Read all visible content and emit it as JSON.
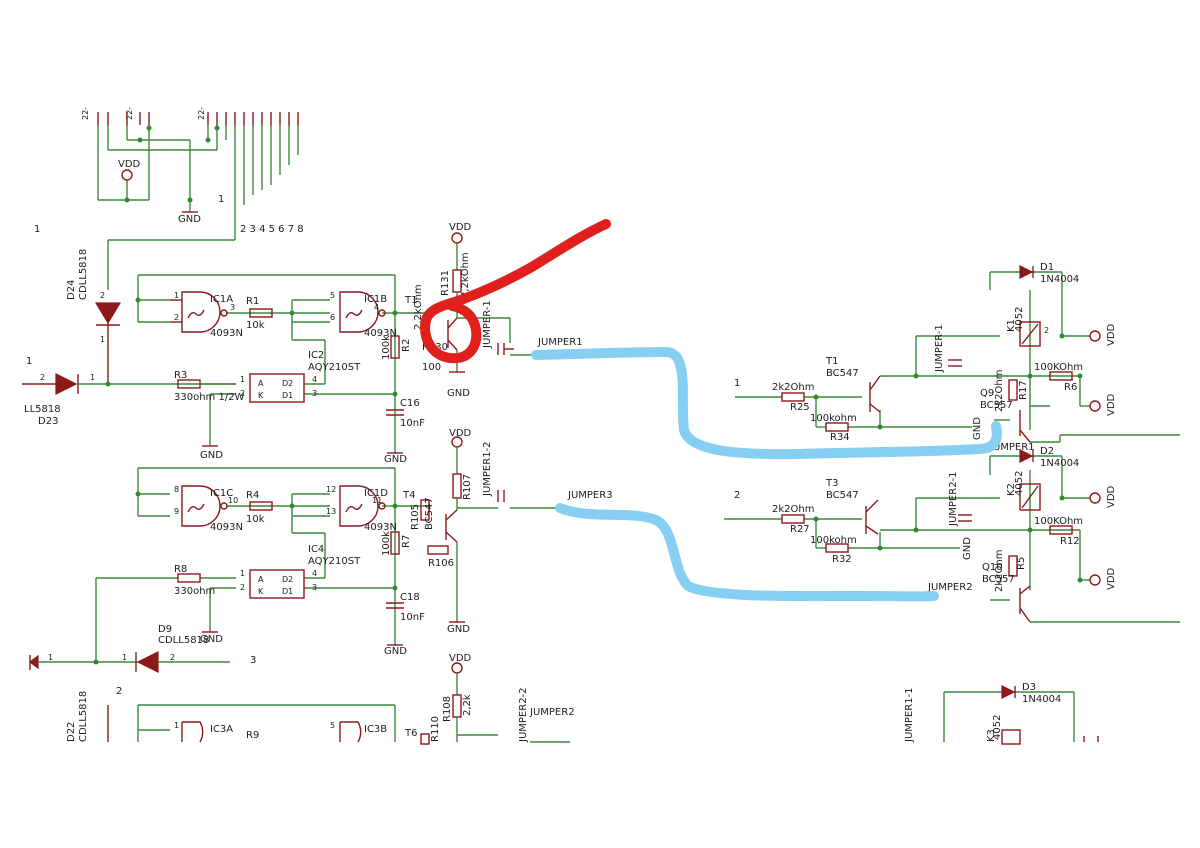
{
  "top_labels": {
    "vdd": "VDD",
    "gnd": "GND",
    "pin1": "1",
    "pins": "2 3 4 5 6 7 8",
    "left1": "1",
    "conn_a": "22-",
    "conn_b": "22-",
    "conn_c": "22-"
  },
  "left_diodes": {
    "d24_ref": "D24",
    "d24_val": "CDLL5818",
    "d23_val": "LL5818",
    "d23_ref": "D23",
    "d9_ref": "D9",
    "d9_val": "CDLL5818",
    "d22_ref": "D22",
    "d22_val": "CDLL5818"
  },
  "section1": {
    "ic1a": "IC1A",
    "ic1a_val": "4093N",
    "r1": "R1",
    "r1_val": "10k",
    "ic1b": "IC1B",
    "ic1b_val": "4093N",
    "ic2": "IC2",
    "ic2_val": "AQY210ST",
    "r3": "R3",
    "r3_val": "330ohm 1/2W",
    "r2": "R2",
    "r2_val": "100k",
    "c16": "C16",
    "c16_val": "10nF",
    "t1": "T1",
    "r131": "R131",
    "r131_val": "2,2kOhm",
    "r130_val": "2,2kOhm",
    "r130": "R130",
    "r130_val2": "100",
    "vdd": "VDD",
    "gnd": "GND",
    "gnd2": "GND",
    "jumper_ref": "JUMPER-1",
    "jumper_net": "JUMPER1",
    "row_num": "1",
    "pin_a": "A",
    "pin_k": "K",
    "pin_d1": "D1",
    "pin_d2": "D2"
  },
  "section2": {
    "ic1c": "IC1C",
    "ic1c_val": "4093N",
    "r4": "R4",
    "r4_val": "10k",
    "ic1d": "IC1D",
    "ic1d_val": "4093N",
    "ic4": "IC4",
    "ic4_val": "AQY210ST",
    "r8": "R8",
    "r8_val": "330ohm",
    "r7": "R7",
    "r7_val": "100k",
    "c18": "C18",
    "c18_val": "10nF",
    "t4": "T4",
    "t4_val": "BC547",
    "r107": "R107",
    "r105": "R105",
    "r106": "R106",
    "vdd": "VDD",
    "gnd": "GND",
    "gnd2": "GND",
    "jumper_ref": "JUMPER1-2",
    "jumper_net": "JUMPER3",
    "row_num": "3",
    "row_num2": "2"
  },
  "section3": {
    "ic3a": "IC3A",
    "r9": "R9",
    "ic3b": "IC3B",
    "t6": "T6",
    "r110": "R110",
    "r108": "R108",
    "r108_val": "2,2k",
    "vdd": "VDD",
    "jumper_net": "JUMPER2",
    "jumper_ref": "JUMPER2-2"
  },
  "right1": {
    "d1": "D1",
    "d1_val": "1N4004",
    "k1": "K1",
    "k1_val": "4052",
    "vdd": "VDD",
    "t1": "T1",
    "t1_val": "BC547",
    "jumper": "JUMPER-1",
    "r25": "R25",
    "r25_val": "2k2Ohm",
    "r34": "R34",
    "r34_val": "100kohm",
    "r6": "R6",
    "r6_val": "100KOhm",
    "r17": "R17",
    "r17_val": "2k2Ohm",
    "q9": "Q9",
    "q9_val": "BC557",
    "gnd": "GND",
    "net": "JUMPER1",
    "row": "1"
  },
  "right2": {
    "d2": "D2",
    "d2_val": "1N4004",
    "k2": "K2",
    "k2_val": "4052",
    "vdd": "VDD",
    "t3": "T3",
    "t3_val": "BC547",
    "jumper": "JUMPER2-1",
    "r27": "R27",
    "r27_val": "2k2Ohm",
    "r32": "R32",
    "r32_val": "100kohm",
    "r12": "R12",
    "r12_val": "100KOhm",
    "r5": "R5",
    "r5_val": "2k2Ohm",
    "q10": "Q10",
    "q10_val": "BC557",
    "gnd": "GND",
    "net": "JUMPER2",
    "row": "2"
  },
  "right3": {
    "d3": "D3",
    "d3_val": "1N4004",
    "k3": "K3",
    "k3_val": "4052",
    "jumper": "JUMPER1-1"
  },
  "annotation_colors": {
    "red": "#e0201c",
    "blue": "#86cff2",
    "wire": "#8b1a1a",
    "junction": "#2e8b2e"
  }
}
